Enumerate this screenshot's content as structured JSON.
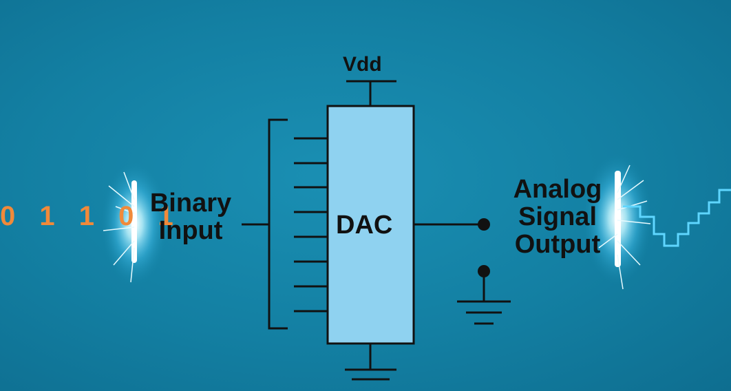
{
  "diagram": {
    "supply_label": "Vdd",
    "block_label": "DAC",
    "input_label_line1": "Binary",
    "input_label_line2": "Input",
    "output_label_line1": "Analog",
    "output_label_line2": "Signal",
    "output_label_line3": "Output",
    "bit_stream": "0 1 1 0 1",
    "colors": {
      "background": "#137fa2",
      "block_fill": "#8fd2f0",
      "wire": "#111111",
      "bits": "#f08a3a",
      "waveform": "#5fd6ff",
      "spark": "#e8fbff"
    }
  }
}
